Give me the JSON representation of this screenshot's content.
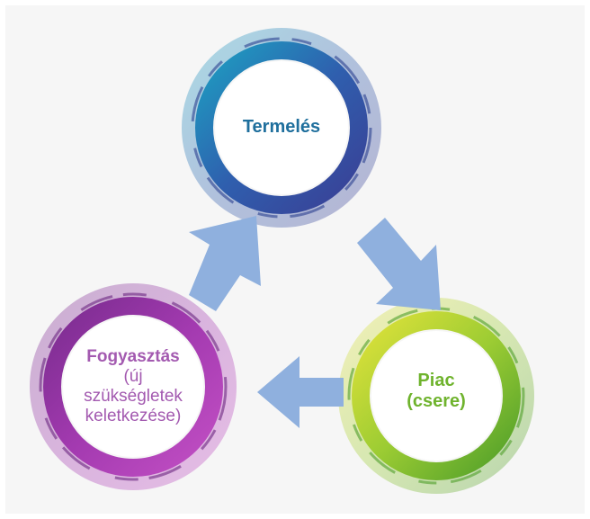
{
  "nodes": {
    "production": {
      "label": "Termelés",
      "color": "#1f6f9d"
    },
    "market": {
      "line1": "Piac",
      "line2": "(csere)",
      "color": "#6fb32d"
    },
    "consumption": {
      "title": "Fogyasztás",
      "line2": "(új",
      "line3": "szükségletek",
      "line4": "keletkezése)",
      "color": "#a35ab0"
    }
  },
  "colors": {
    "arrow": "#8fb0de",
    "ring_top": "#2f5fae",
    "ring_right": "#b5d63a",
    "ring_left": "#9b3aa8"
  }
}
